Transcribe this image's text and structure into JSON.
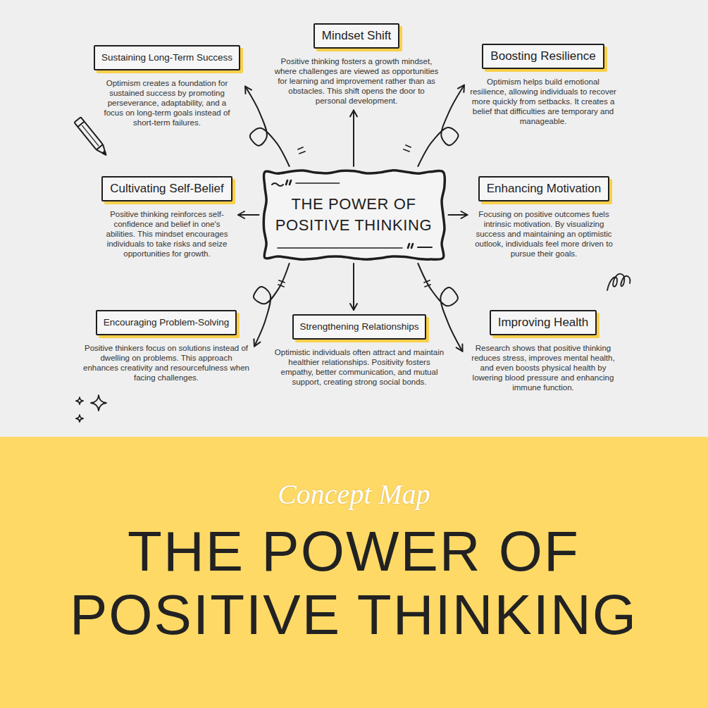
{
  "diagram": {
    "title": "THE POWER OF POSITIVE THINKING",
    "nodes": [
      {
        "text": [
          "THE POWER OF POSITIVE THINKING"
        ]
      },
      {
        "text": [
          "Sustaining Long-Term Success",
          "Optimism creates a foundation for sustained success by promoting perseverance, adaptability, and a focus on long-term goals instead of short-term failures."
        ]
      },
      {
        "text": [
          "Mindset Shift",
          "Positive thinking fosters a growth mindset, where challenges are viewed as opportunities for learning and improvement rather than as obstacles. This shift opens the door to personal development."
        ]
      },
      {
        "text": [
          "Boosting Resilience",
          "Optimism helps build emotional resilience, allowing individuals to recover more quickly from setbacks. It creates a belief that difficulties are temporary and manageable."
        ]
      },
      {
        "text": [
          "Cultivating Self-Belief",
          "Positive thinking reinforces self-confidence and belief in one's abilities. This mindset encourages individuals to take risks and seize opportunities for growth."
        ]
      },
      {
        "text": [
          "Enhancing Motivation",
          "Focusing on positive outcomes fuels intrinsic motivation. By visualizing success and maintaining an optimistic outlook, individuals feel more driven to pursue their goals."
        ]
      },
      {
        "text": [
          "Encouraging Problem-Solving",
          "Positive thinkers focus on solutions instead of dwelling on problems. This approach enhances creativity and resourcefulness when facing challenges."
        ]
      },
      {
        "text": [
          "Strengthening Relationships",
          "Optimistic individuals often attract and maintain healthier relationships. Positivity fosters empathy, better communication, and mutual support, creating strong social bonds."
        ]
      },
      {
        "text": [
          "Improving Health",
          "Research shows that positive thinking reduces stress, improves mental health, and even boosts physical health by lowering blood pressure and enhancing immune function."
        ]
      }
    ],
    "edges": [
      {
        "from": 0,
        "to": 1,
        "arrow": "to"
      },
      {
        "from": 0,
        "to": 2,
        "arrow": "to"
      },
      {
        "from": 0,
        "to": 3,
        "arrow": "to"
      },
      {
        "from": 0,
        "to": 4,
        "arrow": "to"
      },
      {
        "from": 0,
        "to": 5,
        "arrow": "to"
      },
      {
        "from": 0,
        "to": 6,
        "arrow": "to"
      },
      {
        "from": 0,
        "to": 7,
        "arrow": "to"
      },
      {
        "from": 0,
        "to": 8,
        "arrow": "to"
      }
    ],
    "labels": [
      "Concept Map"
    ]
  }
}
